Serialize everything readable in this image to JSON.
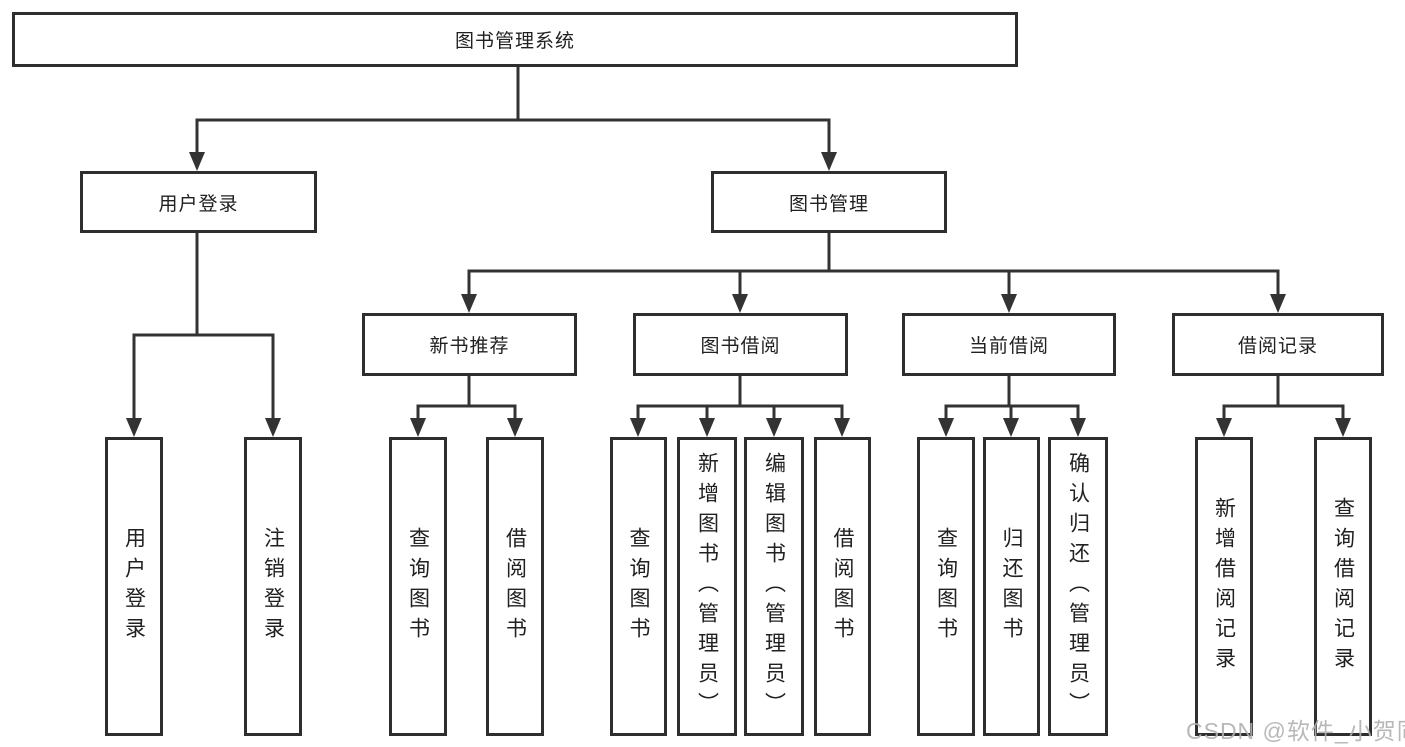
{
  "root_label": "图书管理系统",
  "level1": {
    "user_login": {
      "label": "用户登录",
      "children": [
        "用户登录",
        "注销登录"
      ]
    },
    "book_mgmt": {
      "label": "图书管理",
      "sections": {
        "new_book": {
          "label": "新书推荐",
          "children": [
            "查询图书",
            "借阅图书"
          ]
        },
        "book_borrow": {
          "label": "图书借阅",
          "children": [
            "查询图书",
            "新增图书（管理员）",
            "编辑图书（管理员）",
            "借阅图书"
          ]
        },
        "current_borrow": {
          "label": "当前借阅",
          "children": [
            "查询图书",
            "归还图书",
            "确认归还（管理员）"
          ]
        },
        "borrow_record": {
          "label": "借阅记录",
          "children": [
            "新增借阅记录",
            "查询借阅记录"
          ]
        }
      }
    }
  },
  "watermark": "CSDN @软件_小贺同学",
  "colors": {
    "line": "#333333",
    "box_border": "#2e2e2e",
    "watermark": "#b1b1b1"
  }
}
